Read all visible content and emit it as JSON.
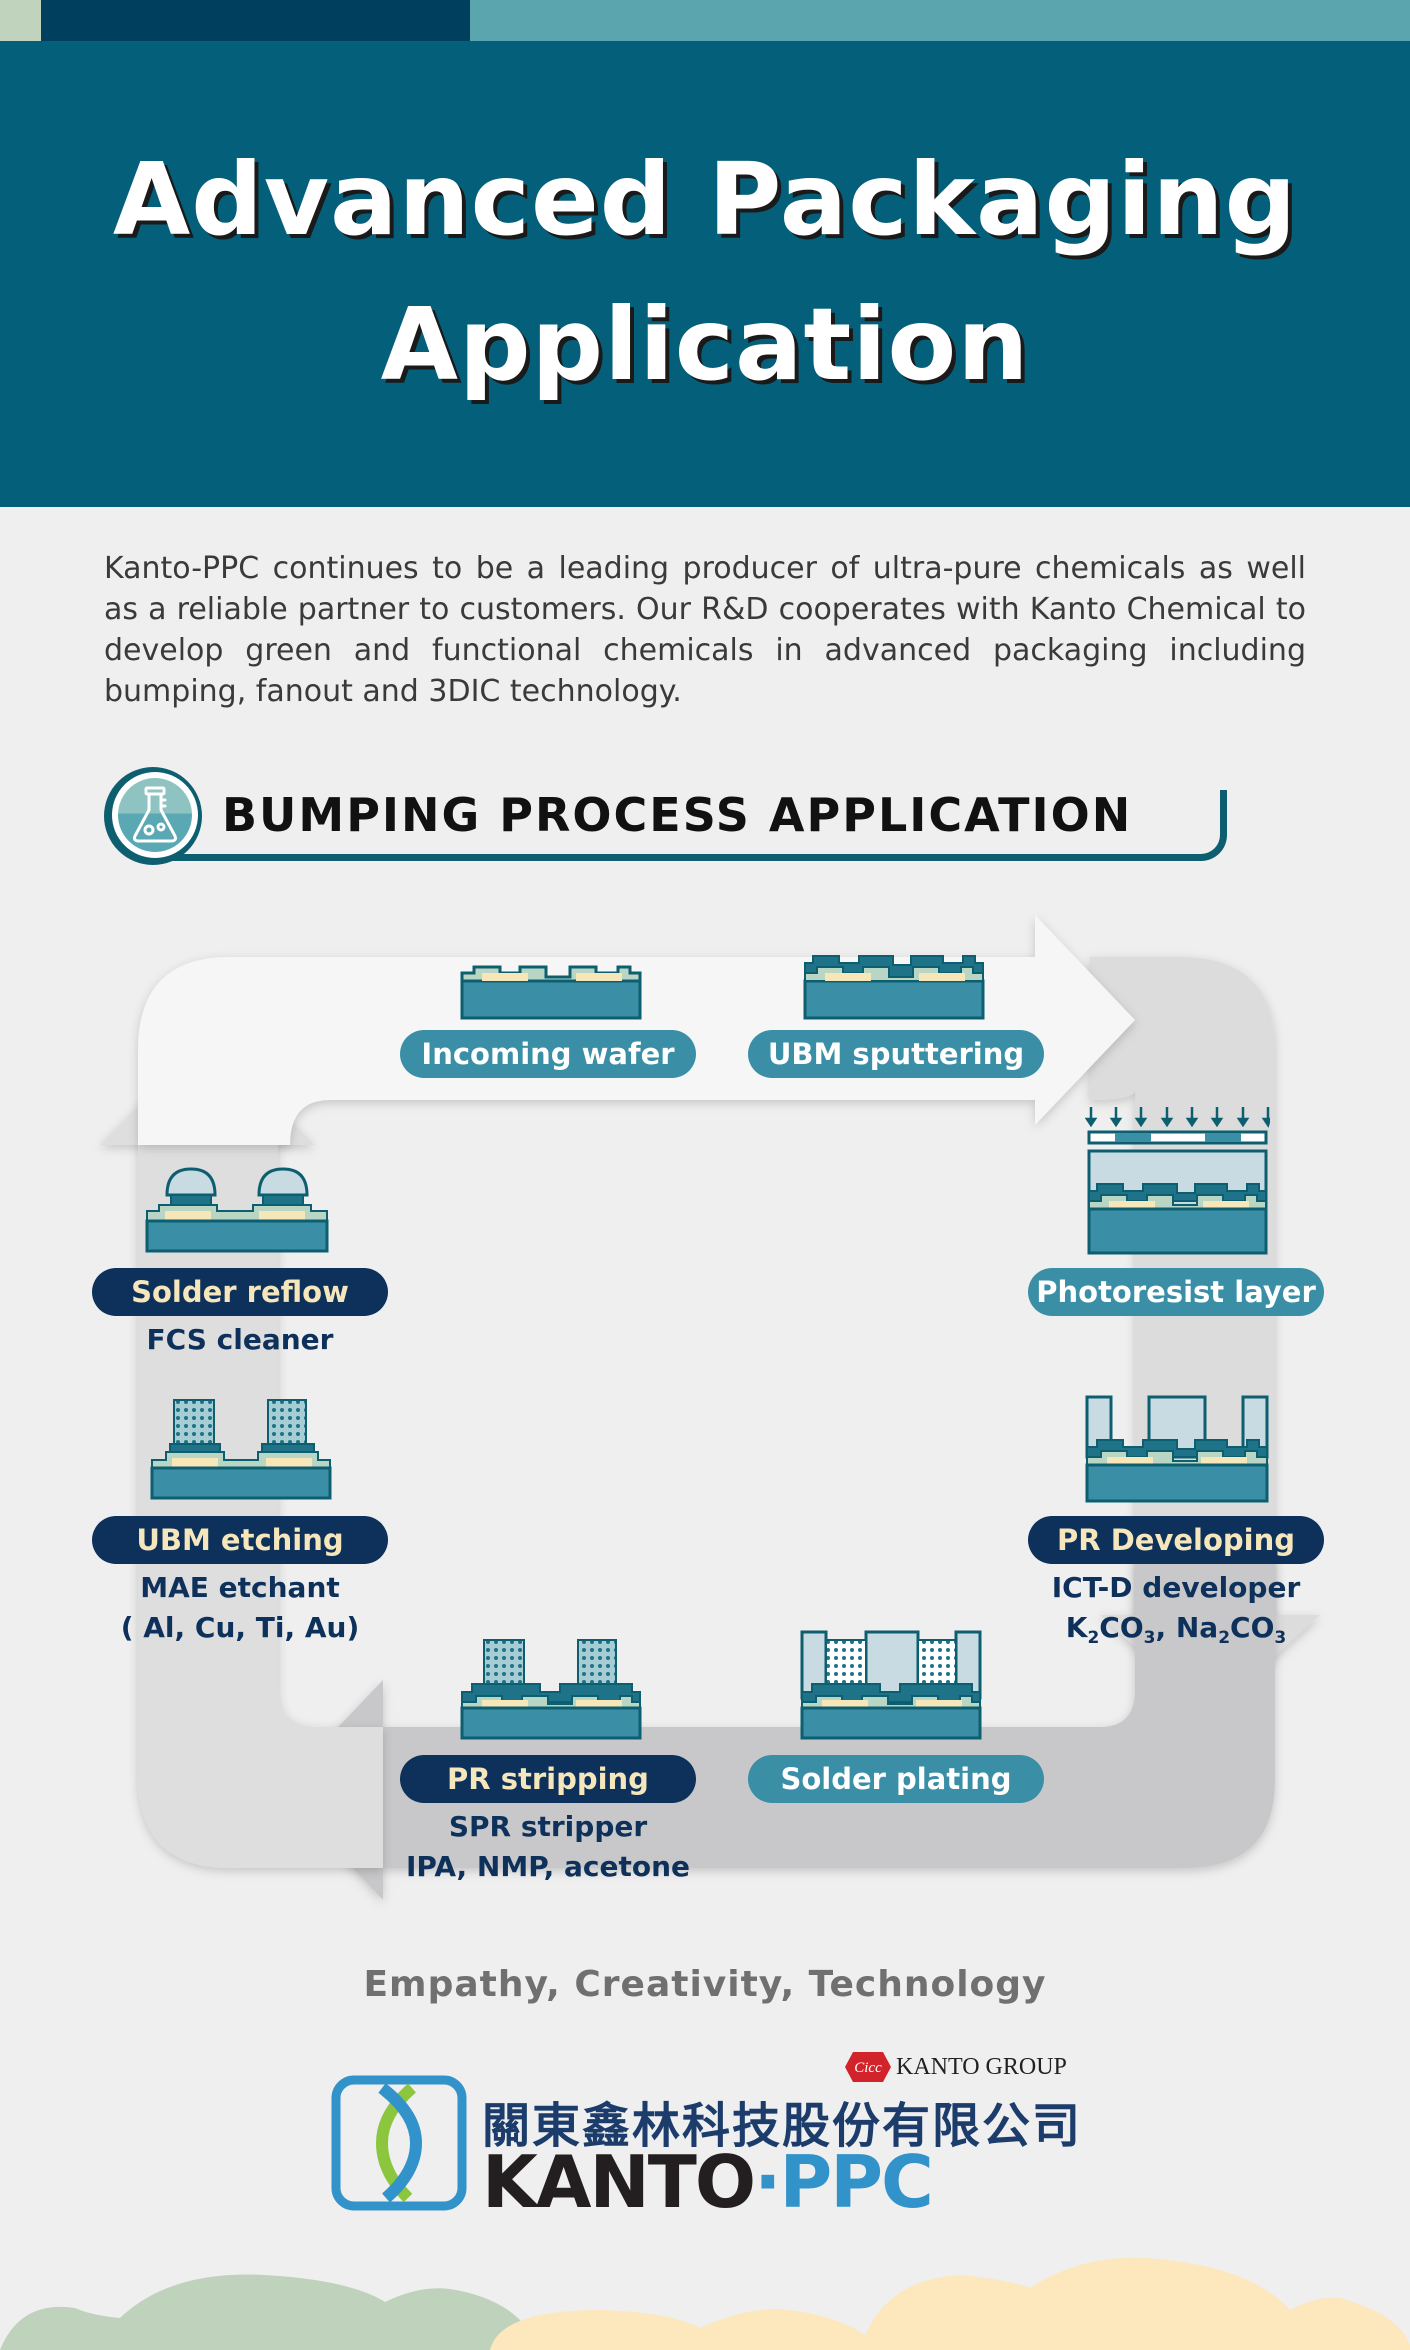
{
  "header": {
    "title_line1": "Advanced Packaging",
    "title_line2": "Application",
    "colors": {
      "background": "#04607a",
      "strip_left": "#c0d3bd",
      "strip_mid": "#003f5e",
      "strip_right": "#5ba5ae"
    }
  },
  "intro": {
    "text": "Kanto-PPC continues to be a leading producer of ultra-pure chemicals as well as a reliable partner to customers. Our R&D cooperates with Kanto Chemical to develop green and functional chemicals in advanced packaging including bumping, fanout and 3DIC technology."
  },
  "section": {
    "title": "BUMPING PROCESS APPLICATION",
    "icon": "flask-icon"
  },
  "process": {
    "flow_direction": "clockwise",
    "steps": [
      {
        "label": "Incoming wafer",
        "style": "teal",
        "note": []
      },
      {
        "label": "UBM sputtering",
        "style": "teal",
        "note": []
      },
      {
        "label": "Photoresist layer",
        "style": "teal",
        "note": []
      },
      {
        "label": "PR Developing",
        "style": "navy",
        "note": [
          "ICT-D developer",
          "K2CO3, Na2CO3"
        ]
      },
      {
        "label": "Solder plating",
        "style": "teal",
        "note": []
      },
      {
        "label": "PR stripping",
        "style": "navy",
        "note": [
          "SPR stripper",
          "IPA, NMP, acetone"
        ]
      },
      {
        "label": "UBM etching",
        "style": "navy",
        "note": [
          "MAE etchant",
          "( Al, Cu, Ti, Au)"
        ]
      },
      {
        "label": "Solder reflow",
        "style": "navy",
        "note": [
          "FCS cleaner"
        ]
      }
    ],
    "pd_note_parts": {
      "k": "K",
      "k_sub": "2",
      "co": "CO",
      "co_sub": "3",
      "sep": ", Na",
      "na_sub": "2",
      "co2": "CO",
      "co2_sub": "3"
    }
  },
  "footer": {
    "tagline": "Empathy, Creativity, Technology",
    "group_badge": "Cicc",
    "group_label": "KANTO GROUP",
    "company_cn": "關東鑫林科技股份有限公司",
    "company_en_a": "KANTO",
    "company_en_dot": "·",
    "company_en_b": "PPC"
  }
}
